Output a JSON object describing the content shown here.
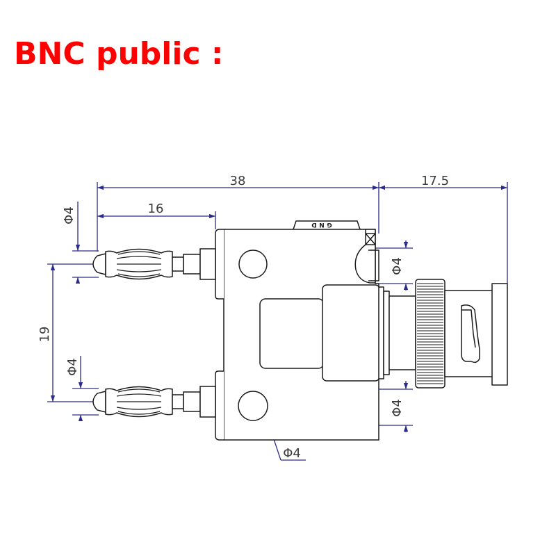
{
  "title": "BNC public :",
  "colors": {
    "title": "#ff0000",
    "outline": "#1a1a1a",
    "dimension": "#2b2b8c",
    "dimension_text": "#3a3a3a"
  },
  "marking": [
    "G",
    "N",
    "D"
  ],
  "dimensions": {
    "overall_length": "38",
    "bnc_length": "17.5",
    "pin_length": "16",
    "pin_spacing": "19",
    "pin_top_diameter": "Φ4",
    "pin_bottom_diameter": "Φ4",
    "right_top_diameter": "Φ4",
    "right_bottom_diameter": "Φ4",
    "hole_diameter": "Φ4"
  }
}
